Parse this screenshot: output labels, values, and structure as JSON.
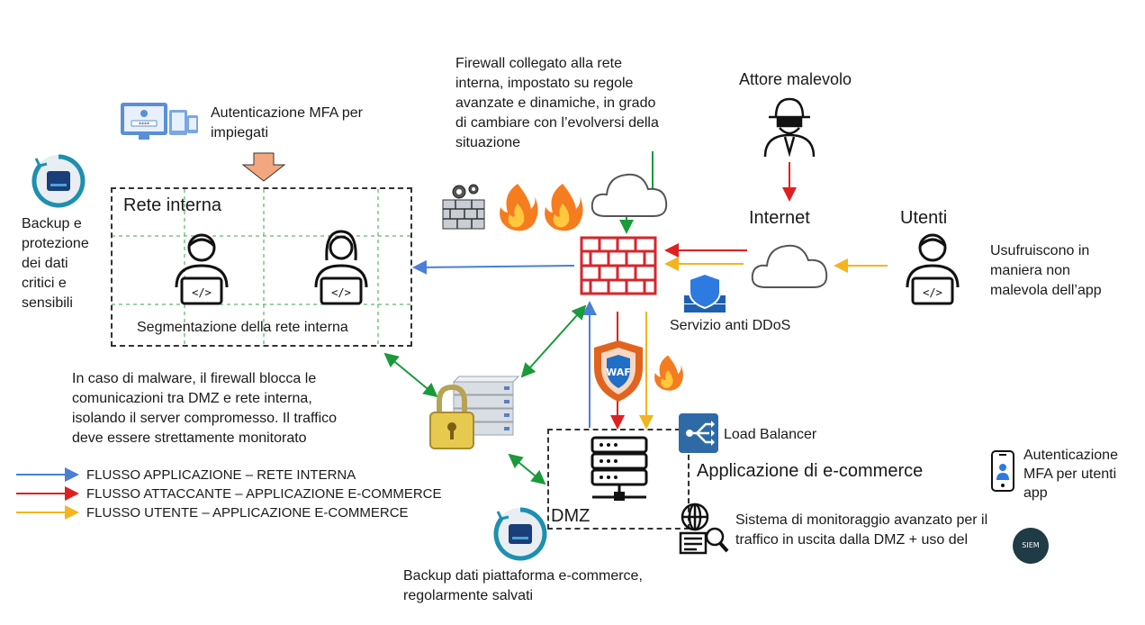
{
  "firewall_note": [
    "Firewall collegato alla rete",
    "interna, impostato su regole",
    "avanzate e dinamiche, in grado",
    "di cambiare con l’evolversi della",
    "situazione"
  ],
  "mfa_employees": [
    "Autenticazione MFA per",
    "impiegati"
  ],
  "backup_left": [
    "Backup e",
    "protezione",
    "dei dati",
    "critici e",
    "sensibili"
  ],
  "internal_network": {
    "title": "Rete interna",
    "caption": "Segmentazione della rete interna"
  },
  "attacker": "Attore malevolo",
  "internet": "Internet",
  "users": "Utenti",
  "users_note": [
    "Usufruiscono in",
    "maniera non",
    "malevola dell’app"
  ],
  "ddos": "Servizio anti DDoS",
  "waf": "WAF",
  "malware_note": [
    "In caso di malware, il firewall blocca le",
    "comunicazioni tra DMZ e rete interna,",
    "isolando il server compromesso. Il traffico",
    "deve essere strettamente monitorato"
  ],
  "load_balancer": "Load Balancer",
  "ecommerce_app": "Applicazione di e-commerce",
  "dmz": "DMZ",
  "mfa_users": [
    "Autenticazione",
    "MFA per utenti",
    "app"
  ],
  "monitoring_note": [
    "Sistema di monitoraggio avanzato per il",
    "traffico in uscita dalla DMZ + uso del"
  ],
  "siem": "SIEM",
  "backup_bottom": [
    "Backup dati piattaforma e-commerce,",
    "regolarmente salvati"
  ],
  "legend": [
    {
      "label": "FLUSSO APPLICAZIONE – RETE INTERNA",
      "color": "#4a7fd6"
    },
    {
      "label": "FLUSSO ATTACCANTE – APPLICAZIONE E-COMMERCE",
      "color": "#e02020"
    },
    {
      "label": "FLUSSO UTENTE – APPLICAZIONE E-COMMERCE",
      "color": "#f2b51e"
    }
  ],
  "colors": {
    "blue": "#4a7fd6",
    "red": "#e02020",
    "yellow": "#f2b51e",
    "green": "#1a9a3a"
  }
}
